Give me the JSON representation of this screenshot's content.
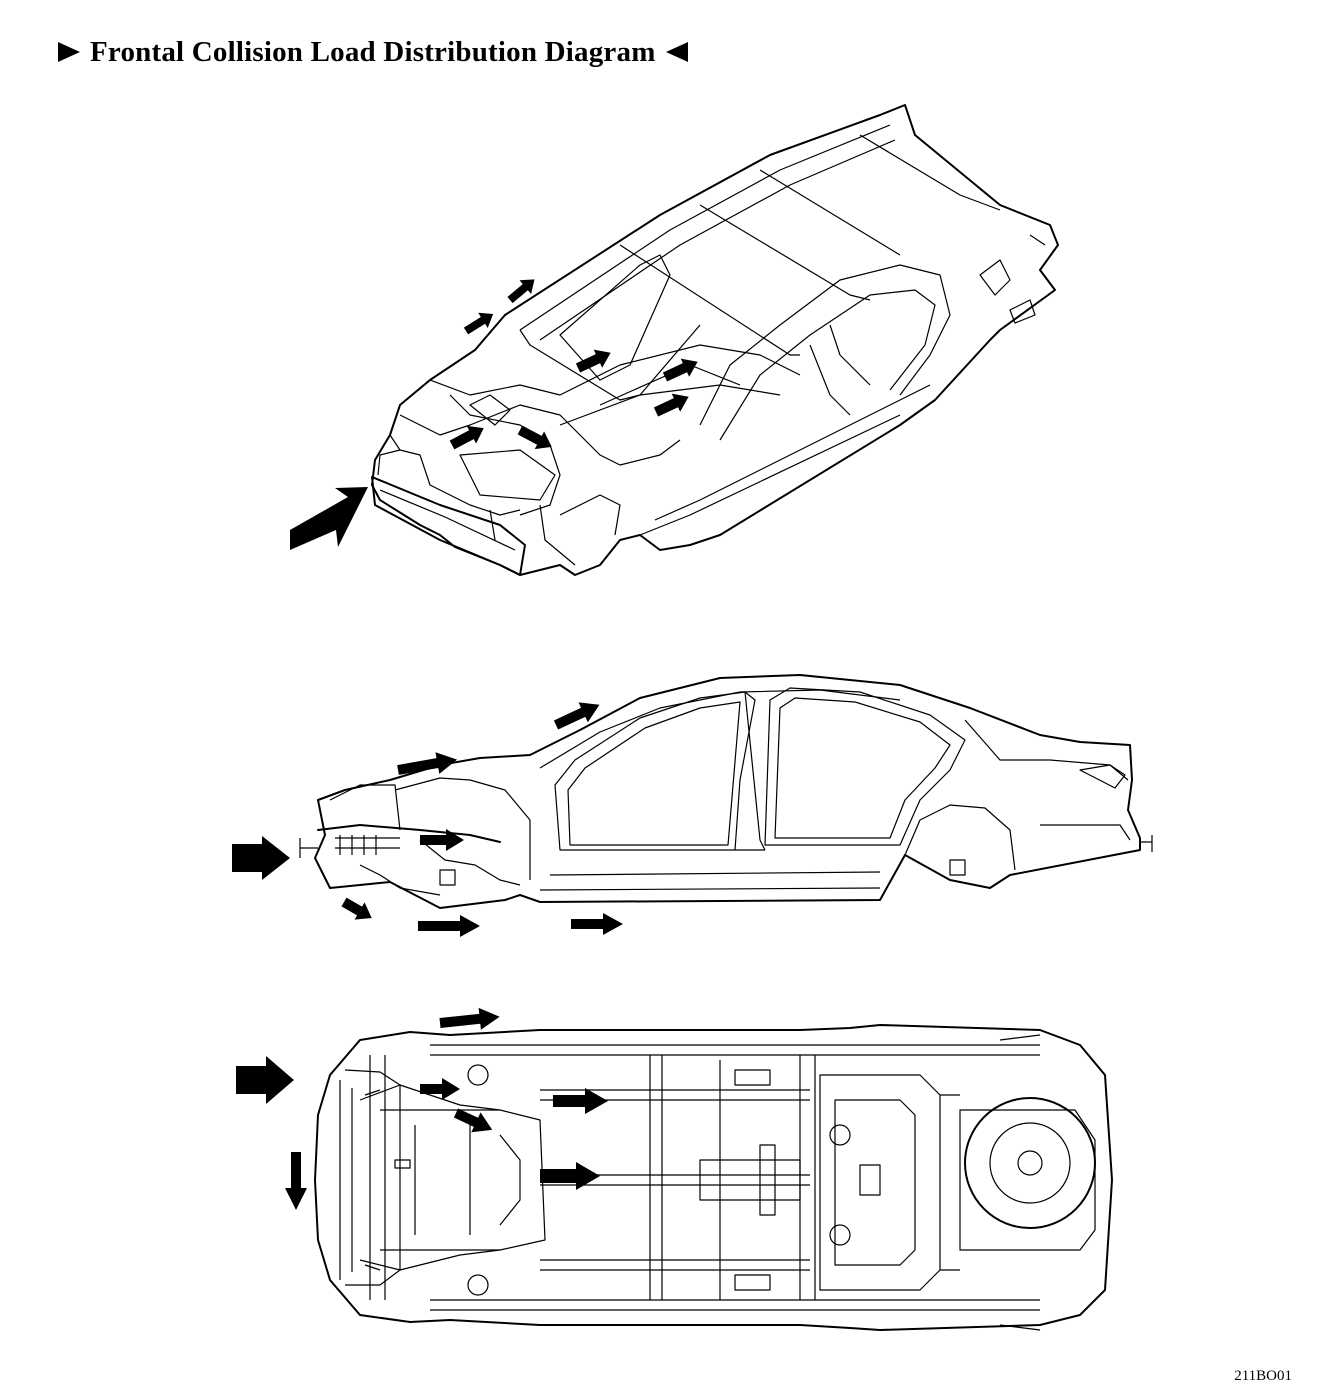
{
  "title": "Frontal Collision Load Distribution Diagram",
  "figure_code": "211BO01",
  "icons": {
    "title_left": "right-pointer-icon",
    "title_right": "left-pointer-icon"
  },
  "views": [
    {
      "id": "isometric",
      "icon": "car-body-isometric"
    },
    {
      "id": "side",
      "icon": "car-body-side"
    },
    {
      "id": "underbody",
      "icon": "car-body-underbody"
    }
  ],
  "colors": {
    "ink": "#000000",
    "background": "#ffffff"
  }
}
